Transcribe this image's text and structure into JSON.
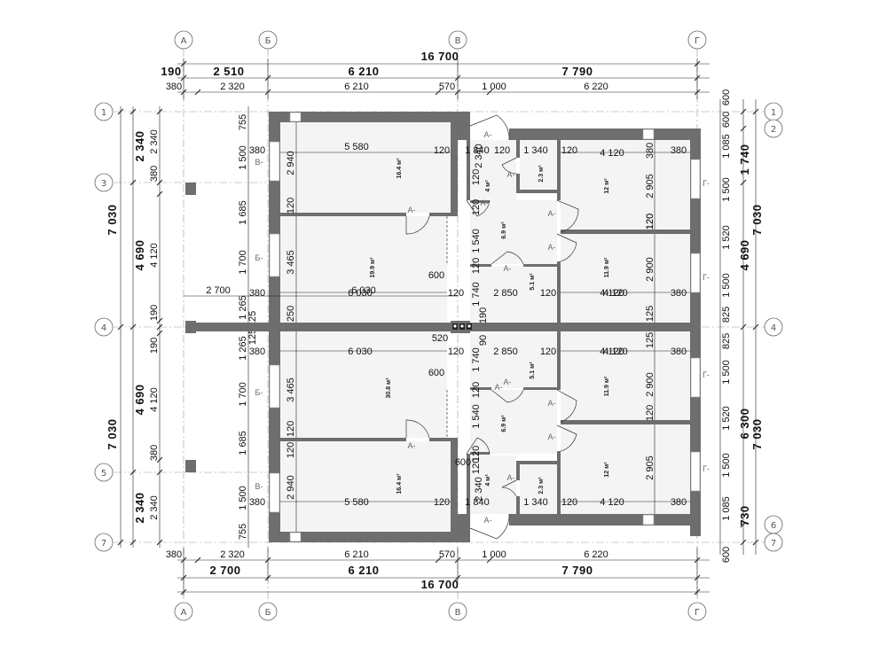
{
  "axes": {
    "letters": [
      "А",
      "Б",
      "В",
      "Г"
    ],
    "numbers_left": [
      "1",
      "3",
      "4",
      "5",
      "7"
    ],
    "numbers_right": [
      "1",
      "2",
      "4",
      "6",
      "7"
    ],
    "top_left_extra": "190"
  },
  "top_dims": {
    "total": "16 700",
    "row2": [
      "2 510",
      "6 210",
      "7 790"
    ],
    "row3": [
      "380",
      "2 320",
      "6 210",
      "570",
      "1 000",
      "6 220"
    ]
  },
  "bottom_dims": {
    "row1": [
      "380",
      "2 320",
      "6 210",
      "570",
      "1 000",
      "6 220"
    ],
    "row2": [
      "2 700",
      "6 210",
      "7 790"
    ],
    "total": "16 700"
  },
  "left_dims": {
    "outer": [
      "7 030",
      "7 030"
    ],
    "mid": [
      "2 340",
      "4 690",
      "4 690",
      "2 340"
    ],
    "inner": [
      "2 340",
      "380",
      "4 120",
      "190",
      "190",
      "4 120",
      "380",
      "2 340"
    ],
    "wall": [
      "755",
      "1 500",
      "1 685",
      "1 700",
      "1 265",
      "125",
      "125",
      "1 265",
      "1 700",
      "1 685",
      "1 500",
      "755"
    ]
  },
  "right_dims": {
    "outer": [
      "7 030",
      "7 030"
    ],
    "mid": [
      "1 740",
      "4 690",
      "6 300",
      "730"
    ],
    "inner": [
      "600",
      "600",
      "1 085",
      "1 500",
      "1 520",
      "1 500",
      "825",
      "825",
      "1 500",
      "1 520",
      "1 500",
      "1 085",
      "600"
    ]
  },
  "rooms": [
    {
      "area": "16.4 м²",
      "w": "5 580",
      "h": "2 940"
    },
    {
      "area": "19.9 м²",
      "w": "6 030",
      "h": "3 465"
    },
    {
      "area": "30.8 м²",
      "w": "6 030",
      "h": "3 465"
    },
    {
      "area": "16.4 м²",
      "w": "5 580",
      "h": "2 940"
    },
    {
      "area": "12 м²",
      "w": "4 120",
      "h": "2 905"
    },
    {
      "area": "11.9 м²",
      "w": "4 120",
      "h": "2 900"
    },
    {
      "area": "11.9 м²",
      "w": "4 120",
      "h": "2 900"
    },
    {
      "area": "12 м²",
      "w": "4 120",
      "h": "2 905"
    },
    {
      "area": "4 м²"
    },
    {
      "area": "2.3 м²"
    },
    {
      "area": "6.9 м²"
    },
    {
      "area": "5.1 м²"
    },
    {
      "area": "5.1 м²"
    },
    {
      "area": "6.9 м²"
    },
    {
      "area": "4 м²"
    },
    {
      "area": "2.3 м²"
    }
  ],
  "interior_dims": [
    "380",
    "120",
    "120",
    "1 840",
    "120",
    "1 340",
    "120",
    "380",
    "2 340",
    "120",
    "2 700",
    "380",
    "6 030",
    "120",
    "2 850",
    "120",
    "4 120",
    "380",
    "250",
    "190",
    "520",
    "380",
    "120",
    "1 740",
    "2 850",
    "120",
    "4 120",
    "380",
    "90",
    "600",
    "1 540",
    "120",
    "600",
    "120",
    "2 340",
    "380",
    "120",
    "1 840",
    "1 340",
    "120",
    "380",
    "600",
    "120",
    "1 540",
    "120",
    "1 740",
    "120",
    "120",
    "125",
    "125",
    "120",
    "120",
    "120",
    "120",
    "380"
  ],
  "marks": [
    "А-",
    "Б-",
    "В-",
    "Г-"
  ]
}
